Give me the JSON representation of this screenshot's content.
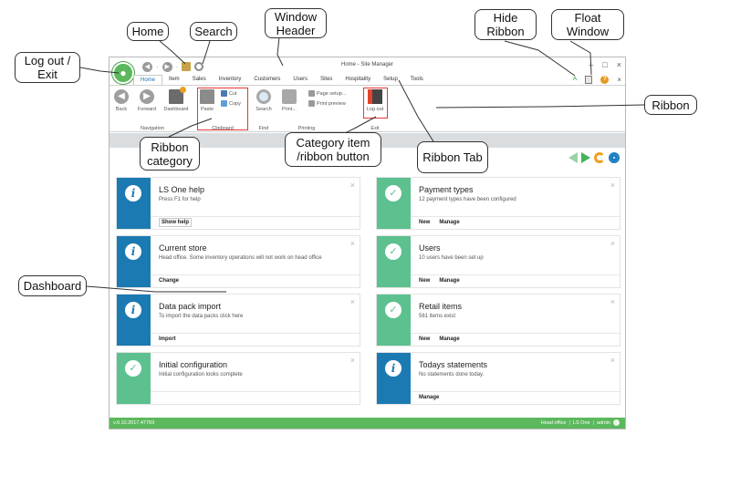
{
  "window": {
    "title": "Home - Site Manager",
    "logo_icon": "ls-one-logo-icon",
    "controls": {
      "minimize": "–",
      "maximize": "□",
      "close": "×"
    }
  },
  "quick_access": {
    "back": "◀",
    "forward": "▶"
  },
  "tabs": [
    "Home",
    "Item",
    "Sales",
    "Inventory",
    "Customers",
    "Users",
    "Sites",
    "Hospitality",
    "Setup",
    "Tools"
  ],
  "ribbon_right": {
    "hide_ribbon": "^",
    "help": "?",
    "close": "×"
  },
  "ribbon": {
    "navigation": {
      "label": "Navigation",
      "back": "Back",
      "forward": "Forward",
      "dashboard": "Dashboard"
    },
    "clipboard": {
      "label": "Clipboard",
      "paste": "Paste",
      "cut": "Cut",
      "copy": "Copy"
    },
    "find": {
      "label": "Find",
      "search": "Search"
    },
    "printing": {
      "label": "Printing",
      "print": "Print...",
      "page_setup": "Page setup...",
      "print_preview": "Print preview"
    },
    "exit": {
      "label": "Exit",
      "logout": "Log out"
    }
  },
  "cards": {
    "left": [
      {
        "title": "LS One help",
        "desc": "Press F1 for help",
        "actions": [
          "Show help"
        ],
        "type": "info"
      },
      {
        "title": "Current store",
        "desc": "Head office. Some inventory operations will not work on head office",
        "actions": [
          "Change"
        ],
        "type": "info"
      },
      {
        "title": "Data pack import",
        "desc": "To import the data packs click here",
        "actions": [
          "Import"
        ],
        "type": "info"
      },
      {
        "title": "Initial configuration",
        "desc": "Initial configuration looks complete",
        "actions": [],
        "type": "check"
      }
    ],
    "right": [
      {
        "title": "Payment types",
        "desc": "12 payment types have been configured",
        "actions": [
          "New",
          "Manage"
        ],
        "type": "check"
      },
      {
        "title": "Users",
        "desc": "10 users have been set up",
        "actions": [
          "New",
          "Manage"
        ],
        "type": "check"
      },
      {
        "title": "Retail items",
        "desc": "561 items exist",
        "actions": [
          "New",
          "Manage"
        ],
        "type": "check"
      },
      {
        "title": "Todays statements",
        "desc": "No statements done today.",
        "actions": [
          "Manage"
        ],
        "type": "info"
      }
    ]
  },
  "card_close": "×",
  "status": {
    "version": "v.9.10.2017.47769",
    "store": "Head office",
    "product": "LS One",
    "user": "admin"
  },
  "callouts": {
    "logout_exit": "Log out / Exit",
    "home": "Home",
    "search": "Search",
    "window_header": "Window Header",
    "hide_ribbon": "Hide Ribbon",
    "float_window": "Float Window",
    "ribbon": "Ribbon",
    "ribbon_category": "Ribbon category",
    "category_item": "Category item /ribbon button",
    "ribbon_tab": "Ribbon Tab",
    "dashboard": "Dashboard"
  },
  "colors": {
    "accent_green": "#5cb85c",
    "info_blue": "#1c7ab2",
    "check_green": "#5cc18f",
    "highlight_red": "#e53935"
  }
}
